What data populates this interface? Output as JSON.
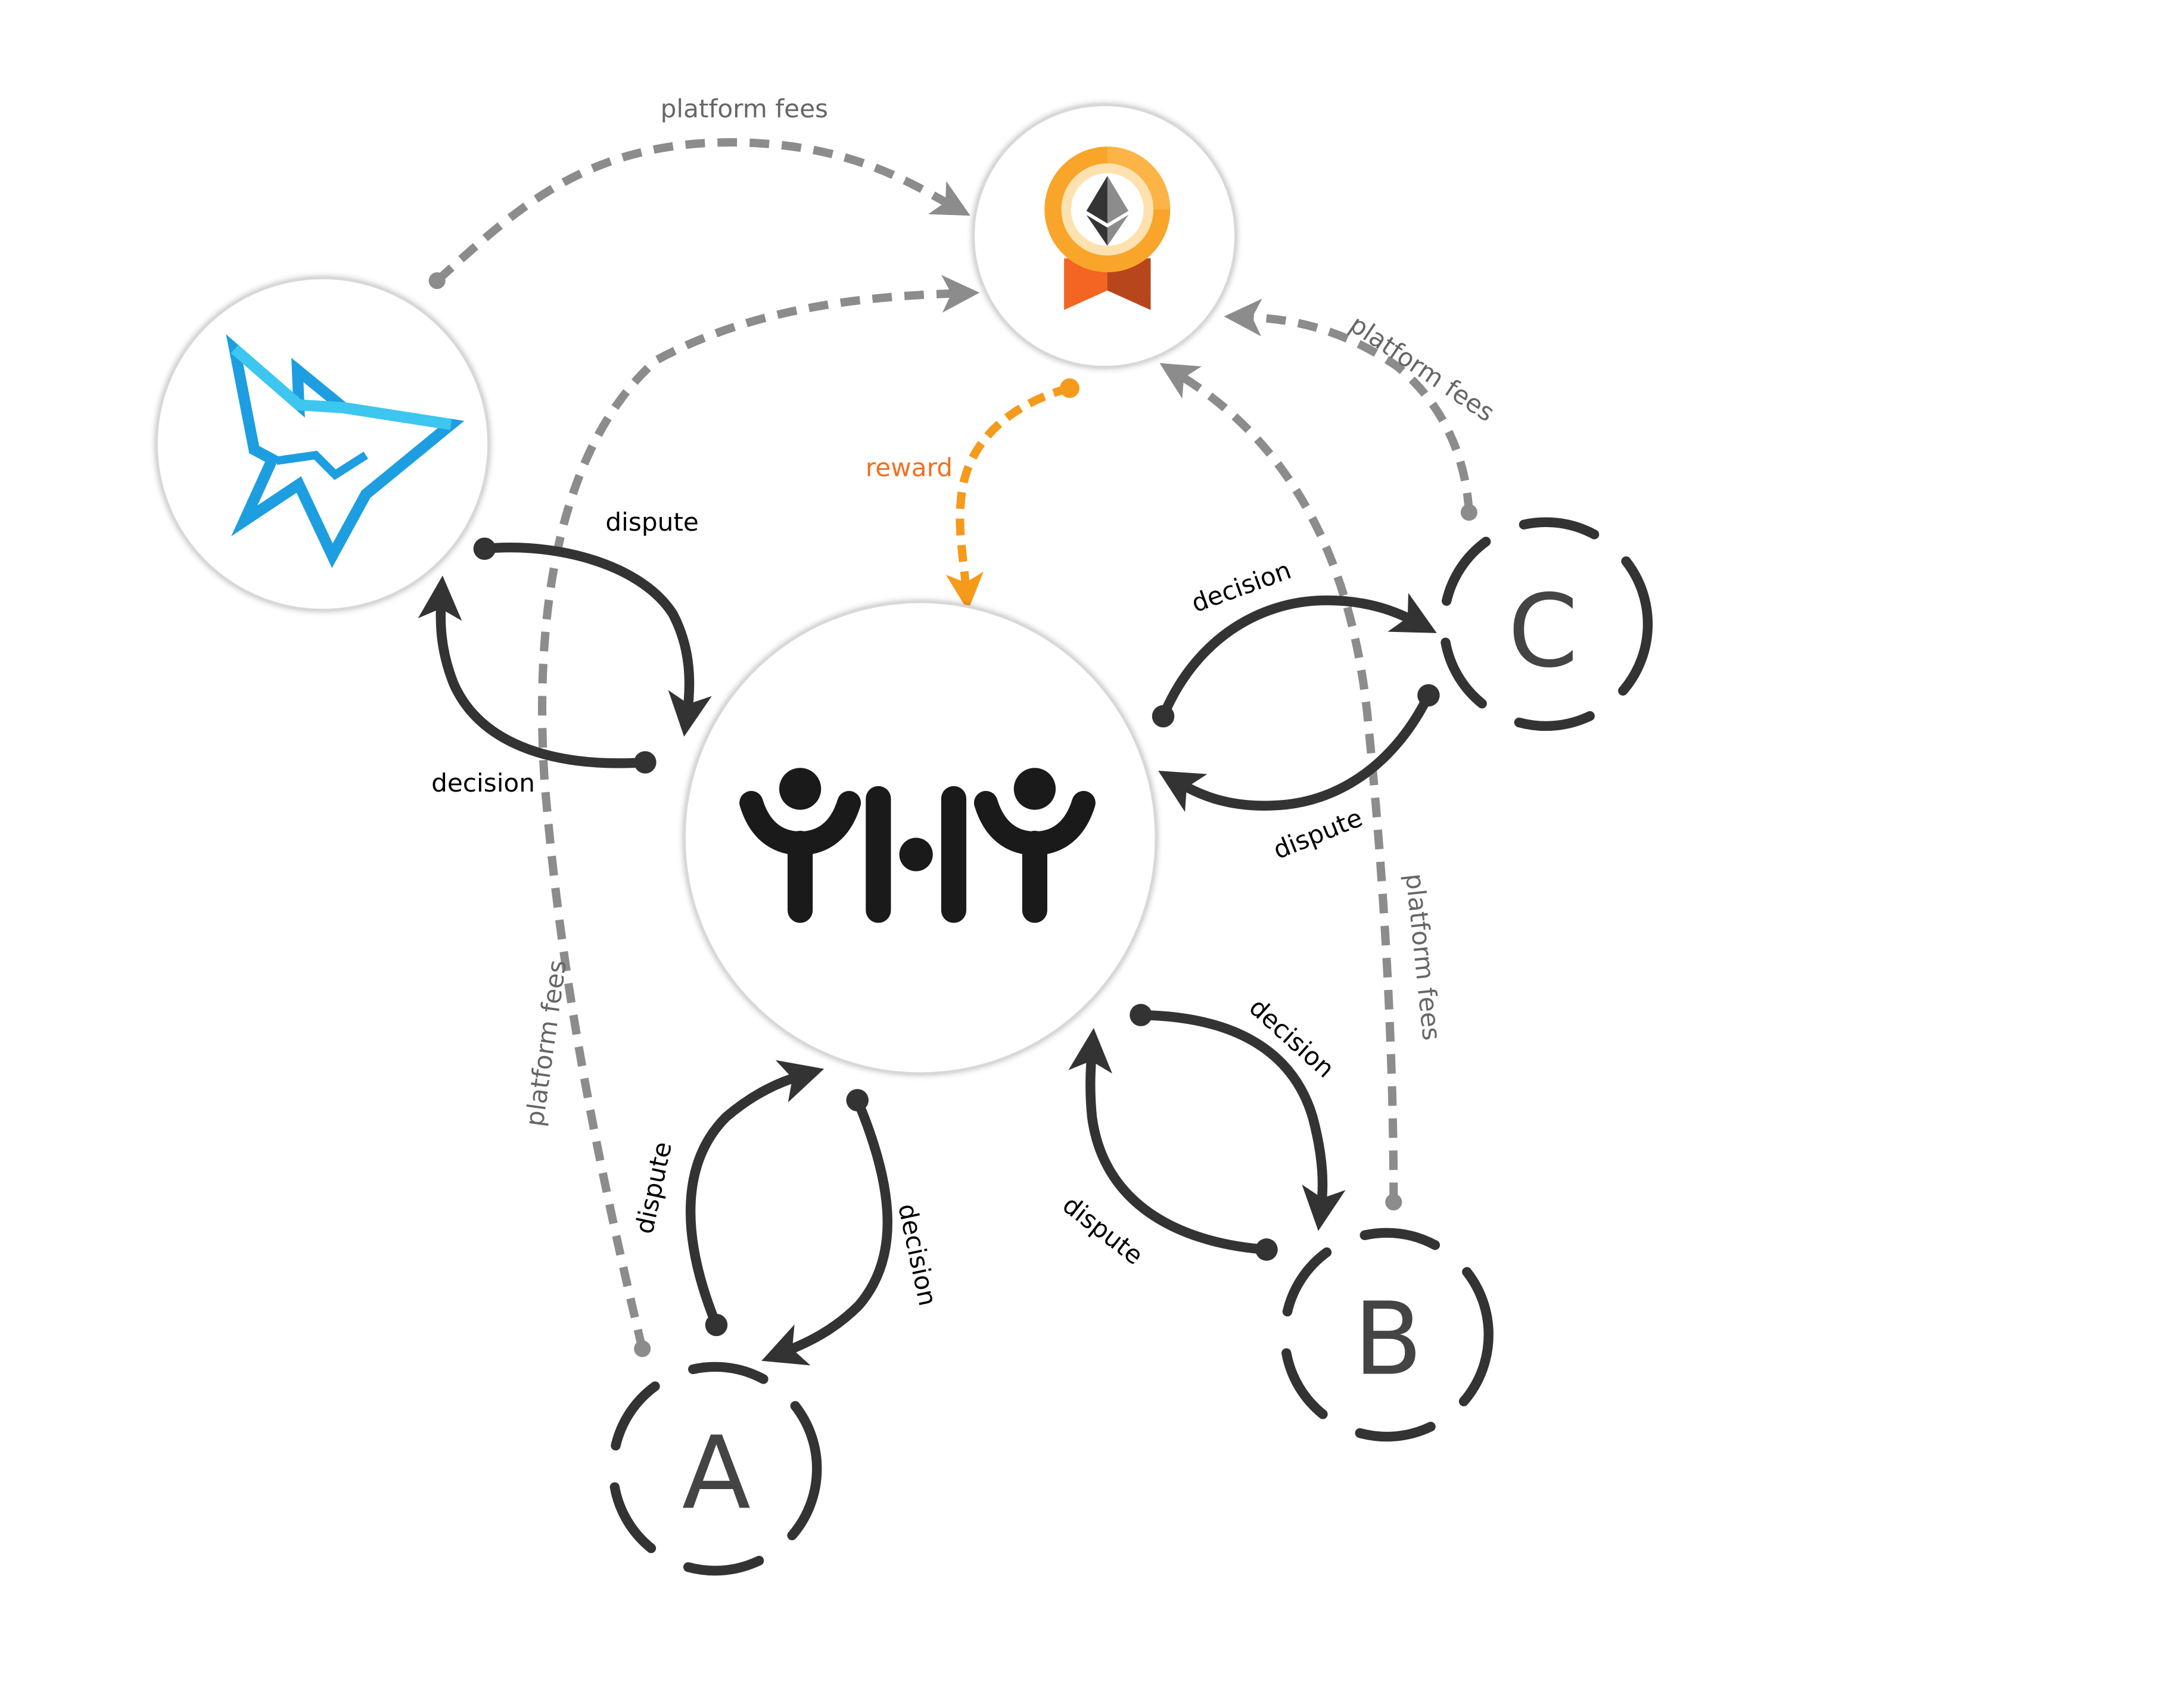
{
  "nodes": {
    "a": {
      "letter": "A"
    },
    "b": {
      "letter": "B"
    },
    "c": {
      "letter": "C"
    }
  },
  "labels": {
    "platform_fees_top": "platform fees",
    "platform_fees_right": "platform fees",
    "platform_fees_left": "platform fees",
    "platform_fees_b": "platform fees",
    "reward": "reward",
    "dispute_left": "dispute",
    "decision_left": "decision",
    "decision_c": "decision",
    "dispute_c": "dispute",
    "dispute_a": "dispute",
    "decision_a": "decision",
    "decision_b": "decision",
    "dispute_b": "dispute"
  },
  "icons": {
    "butterfly": "butterfly-logo-icon",
    "medal": "ethereum-medal-icon",
    "court": "people-court-icon"
  },
  "colors": {
    "arrow_dark": "#333333",
    "arrow_gray": "#8c8c8c",
    "arrow_orange": "#f59a1b",
    "label_gray": "#666666",
    "label_orange": "#f07020",
    "butterfly_blue": "#1d9ee0",
    "medal_gold": "#f8a52a",
    "medal_ribbon": "#f26522"
  }
}
